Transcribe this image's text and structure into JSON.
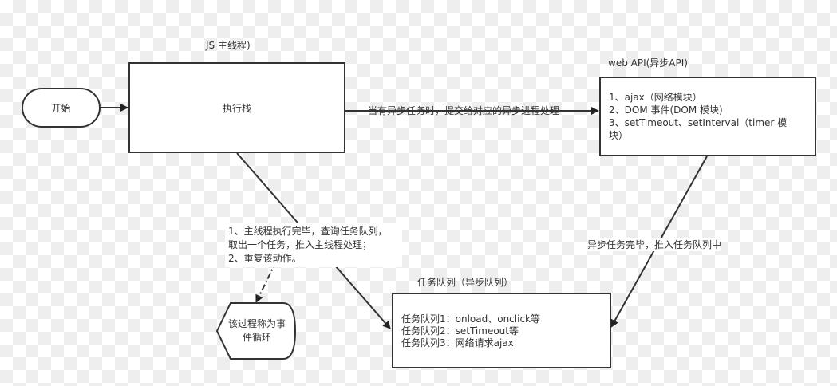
{
  "start": {
    "label": "开始"
  },
  "main_thread": {
    "title": "JS 主线程)",
    "box_label": "执行栈"
  },
  "web_api": {
    "title": "web API(异步API)",
    "lines": [
      "1、ajax（网络模块）",
      "2、DOM 事件(DOM 模块)",
      "3、setTimeout、setInterval（timer 模",
      "块）"
    ]
  },
  "edge_async": {
    "label": "当有异步任务时，提交给对应的异步进程处理"
  },
  "edge_loop": {
    "lines": [
      "1、主线程执行完毕，查询任务队列，",
      "取出一个任务，推入主线程处理；",
      "2、重复该动作。"
    ]
  },
  "edge_done": {
    "label": "异步任务完毕，推入任务队列中"
  },
  "task_queue": {
    "title": "任务队列（异步队列）",
    "lines": [
      "任务队列1：onload、onclick等",
      "任务队列2：setTimeout等",
      "任务队列3：网络请求ajax"
    ]
  },
  "event_loop": {
    "lines": [
      "该过程称为事",
      "件循环"
    ]
  }
}
